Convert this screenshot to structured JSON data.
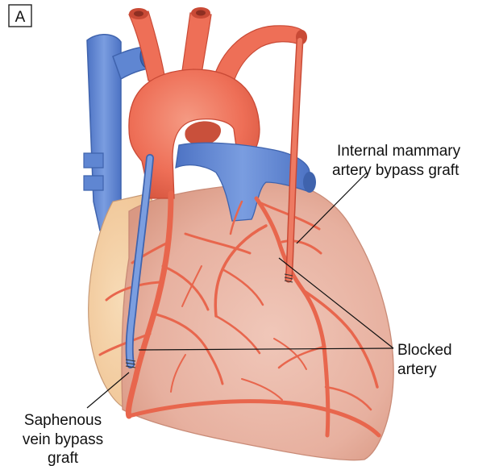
{
  "panel_label": "A",
  "labels": {
    "internal_mammary": [
      "Internal mammary",
      "artery bypass graft"
    ],
    "blocked": [
      "Blocked",
      "artery"
    ],
    "saphenous": [
      "Saphenous",
      "vein bypass",
      "graft"
    ]
  },
  "colors": {
    "artery": "#ef6a52",
    "artery_dark": "#c94a36",
    "vein": "#5f86d2",
    "vein_dark": "#3f63ad",
    "heart": "#eab7a8",
    "heart_left": "#f3cfa6",
    "coronary": "#e8664d",
    "leader": "#111111"
  }
}
